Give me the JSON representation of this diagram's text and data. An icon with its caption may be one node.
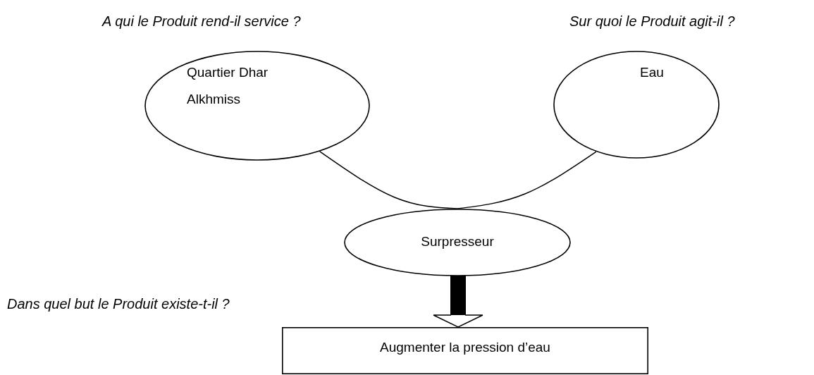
{
  "diagram": {
    "nodes": [
      {
        "text": [
          "Quartier Dhar Alkhmiss"
        ]
      },
      {
        "text": [
          "Eau"
        ]
      },
      {
        "text": [
          "Surpresseur"
        ]
      },
      {
        "text": [
          "Augmenter la pression d’eau"
        ]
      }
    ],
    "edges": [
      {
        "from": 0,
        "to": 2,
        "arrow": "none"
      },
      {
        "from": 1,
        "to": 2,
        "arrow": "none"
      },
      {
        "from": 2,
        "to": 3,
        "arrow": "to",
        "style": "thick"
      }
    ],
    "labels": [
      "A qui le Produit rend-il service ?",
      "Sur quoi le Produit agit-il ?",
      "Dans quel but le Produit existe-t-il ?"
    ]
  }
}
